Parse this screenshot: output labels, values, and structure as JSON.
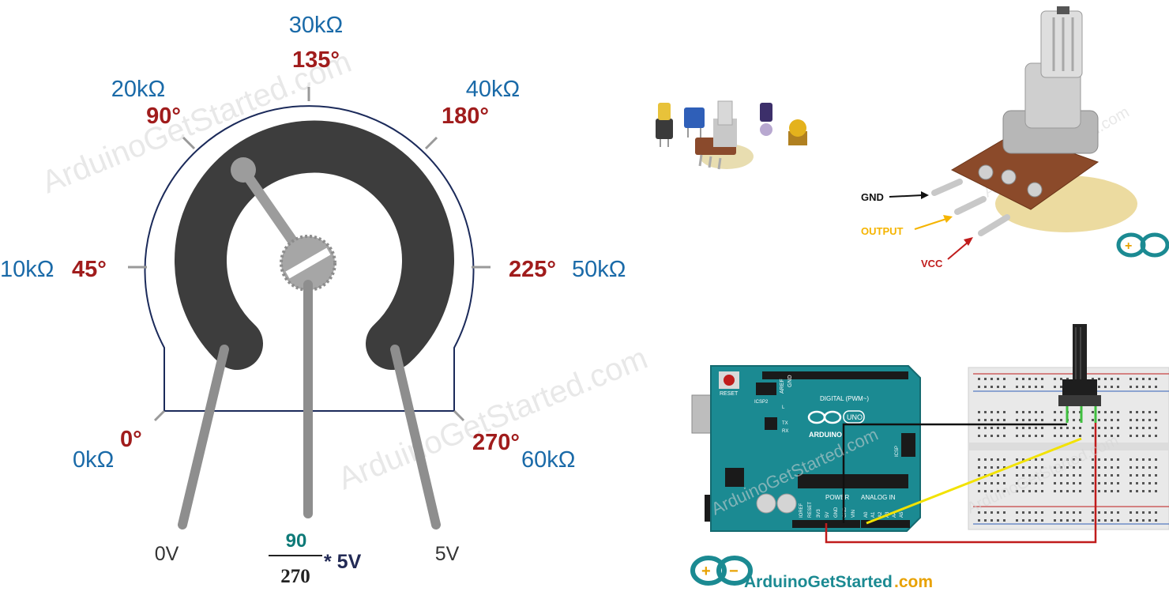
{
  "scale": {
    "marks": [
      {
        "resistance": "0kΩ",
        "angle": "0°"
      },
      {
        "resistance": "10kΩ",
        "angle": "45°"
      },
      {
        "resistance": "20kΩ",
        "angle": "90°"
      },
      {
        "resistance": "30kΩ",
        "angle": "135°"
      },
      {
        "resistance": "40kΩ",
        "angle": "180°"
      },
      {
        "resistance": "50kΩ",
        "angle": "225°"
      },
      {
        "resistance": "60kΩ",
        "angle": "270°"
      }
    ]
  },
  "pins": {
    "left": "0V",
    "right": "5V"
  },
  "formula": {
    "numerator": "90",
    "denominator": "270",
    "suffix": "* 5V"
  },
  "pinout": {
    "gnd": "GND",
    "output": "OUTPUT",
    "vcc": "VCC"
  },
  "board": {
    "reset": "RESET",
    "icsp2": "ICSP2",
    "aref": "AREF",
    "gnd": "GND",
    "digital": "DIGITAL (PWM~)",
    "uno": "UNO",
    "arduino": "ARDUINO",
    "tx": "TX",
    "rx": "RX",
    "l": "L",
    "icsp": "ICSP",
    "power": "POWER",
    "analog_in": "ANALOG IN",
    "power_pins": [
      "IOREF",
      "RESET",
      "3V3",
      "5V",
      "GND",
      "GND",
      "VIN"
    ],
    "analog_pins": [
      "A0",
      "A1",
      "A2",
      "A3",
      "A4",
      "A5"
    ]
  },
  "logo": {
    "brand": "ArduinoGetStarted",
    "tld": ".com"
  },
  "watermark": "ArduinoGetStarted.com",
  "colors": {
    "resistance": "#1a6aa8",
    "angle": "#a01c1c",
    "track": "#3d3d3d",
    "board": "#1b8a92",
    "gnd_wire": "#111111",
    "signal_wire": "#f2e200",
    "vcc_wire": "#c01c1c",
    "output_arrow": "#f5b400"
  }
}
